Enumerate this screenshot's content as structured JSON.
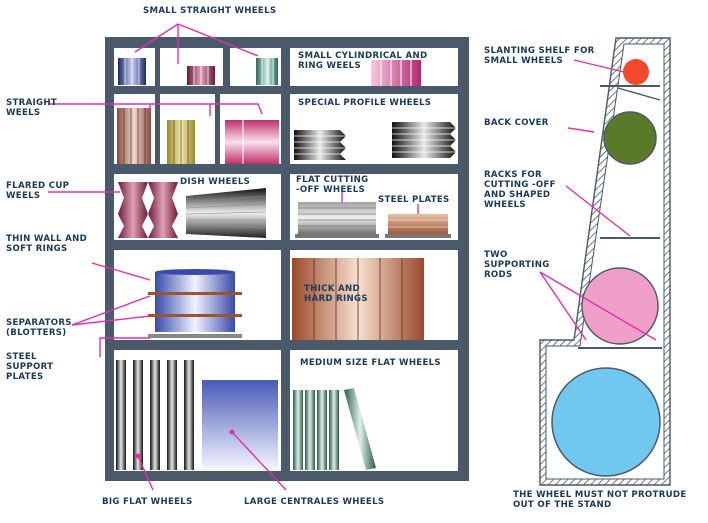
{
  "labels": {
    "small_straight_wheels": "SMALL STRAIGHT WHEELS",
    "straight_weels": "STRAIGHT\nWEELS",
    "flared_cup_weels": "FLARED CUP\nWEELS",
    "thin_wall_soft_rings": "THIN WALL AND\nSOFT RINGS",
    "separators": "SEPARATORS\n(BLOTTERS)",
    "steel_support_plates": "STEEL\nSUPPORT\nPLATES",
    "big_flat_wheels": "BIG FLAT WHEELS",
    "large_centrales_wheels": "LARGE CENTRALES WHEELS",
    "small_cylindrical_ring": "SMALL CYLINDRICAL AND\nRING WEELS",
    "special_profile_wheels": "SPECIAL PROFILE WHEELS",
    "dish_wheels": "DISH WHEELS",
    "flat_cutting_off": "FLAT CUTTING\n-OFF WHEELS",
    "steel_plates": "STEEL PLATES",
    "thick_hard_rings": "THICK AND\nHARD RINGS",
    "medium_flat_wheels": "MEDIUM SIZE FLAT WHEELS",
    "slanting_shelf": "SLANTING SHELF FOR\nSMALL WHEELS",
    "back_cover": "BACK COVER",
    "racks": "RACKS FOR\nCUTTING -OFF\nAND SHAPED\nWHEELS",
    "two_rods": "TWO\nSUPPORTING\nRODS",
    "must_not_protrude": "THE WHEEL MUST NOT PROTRUDE\nOUT OF THE STAND"
  },
  "colors": {
    "frame": "#4a5a6a",
    "label": "#1a3a5a",
    "pointer": "#e030b0",
    "wheel_red": "#f04a2a",
    "wheel_green": "#5a7a2a",
    "wheel_pink": "#f0a0c8",
    "wheel_blue": "#70c8f0"
  }
}
